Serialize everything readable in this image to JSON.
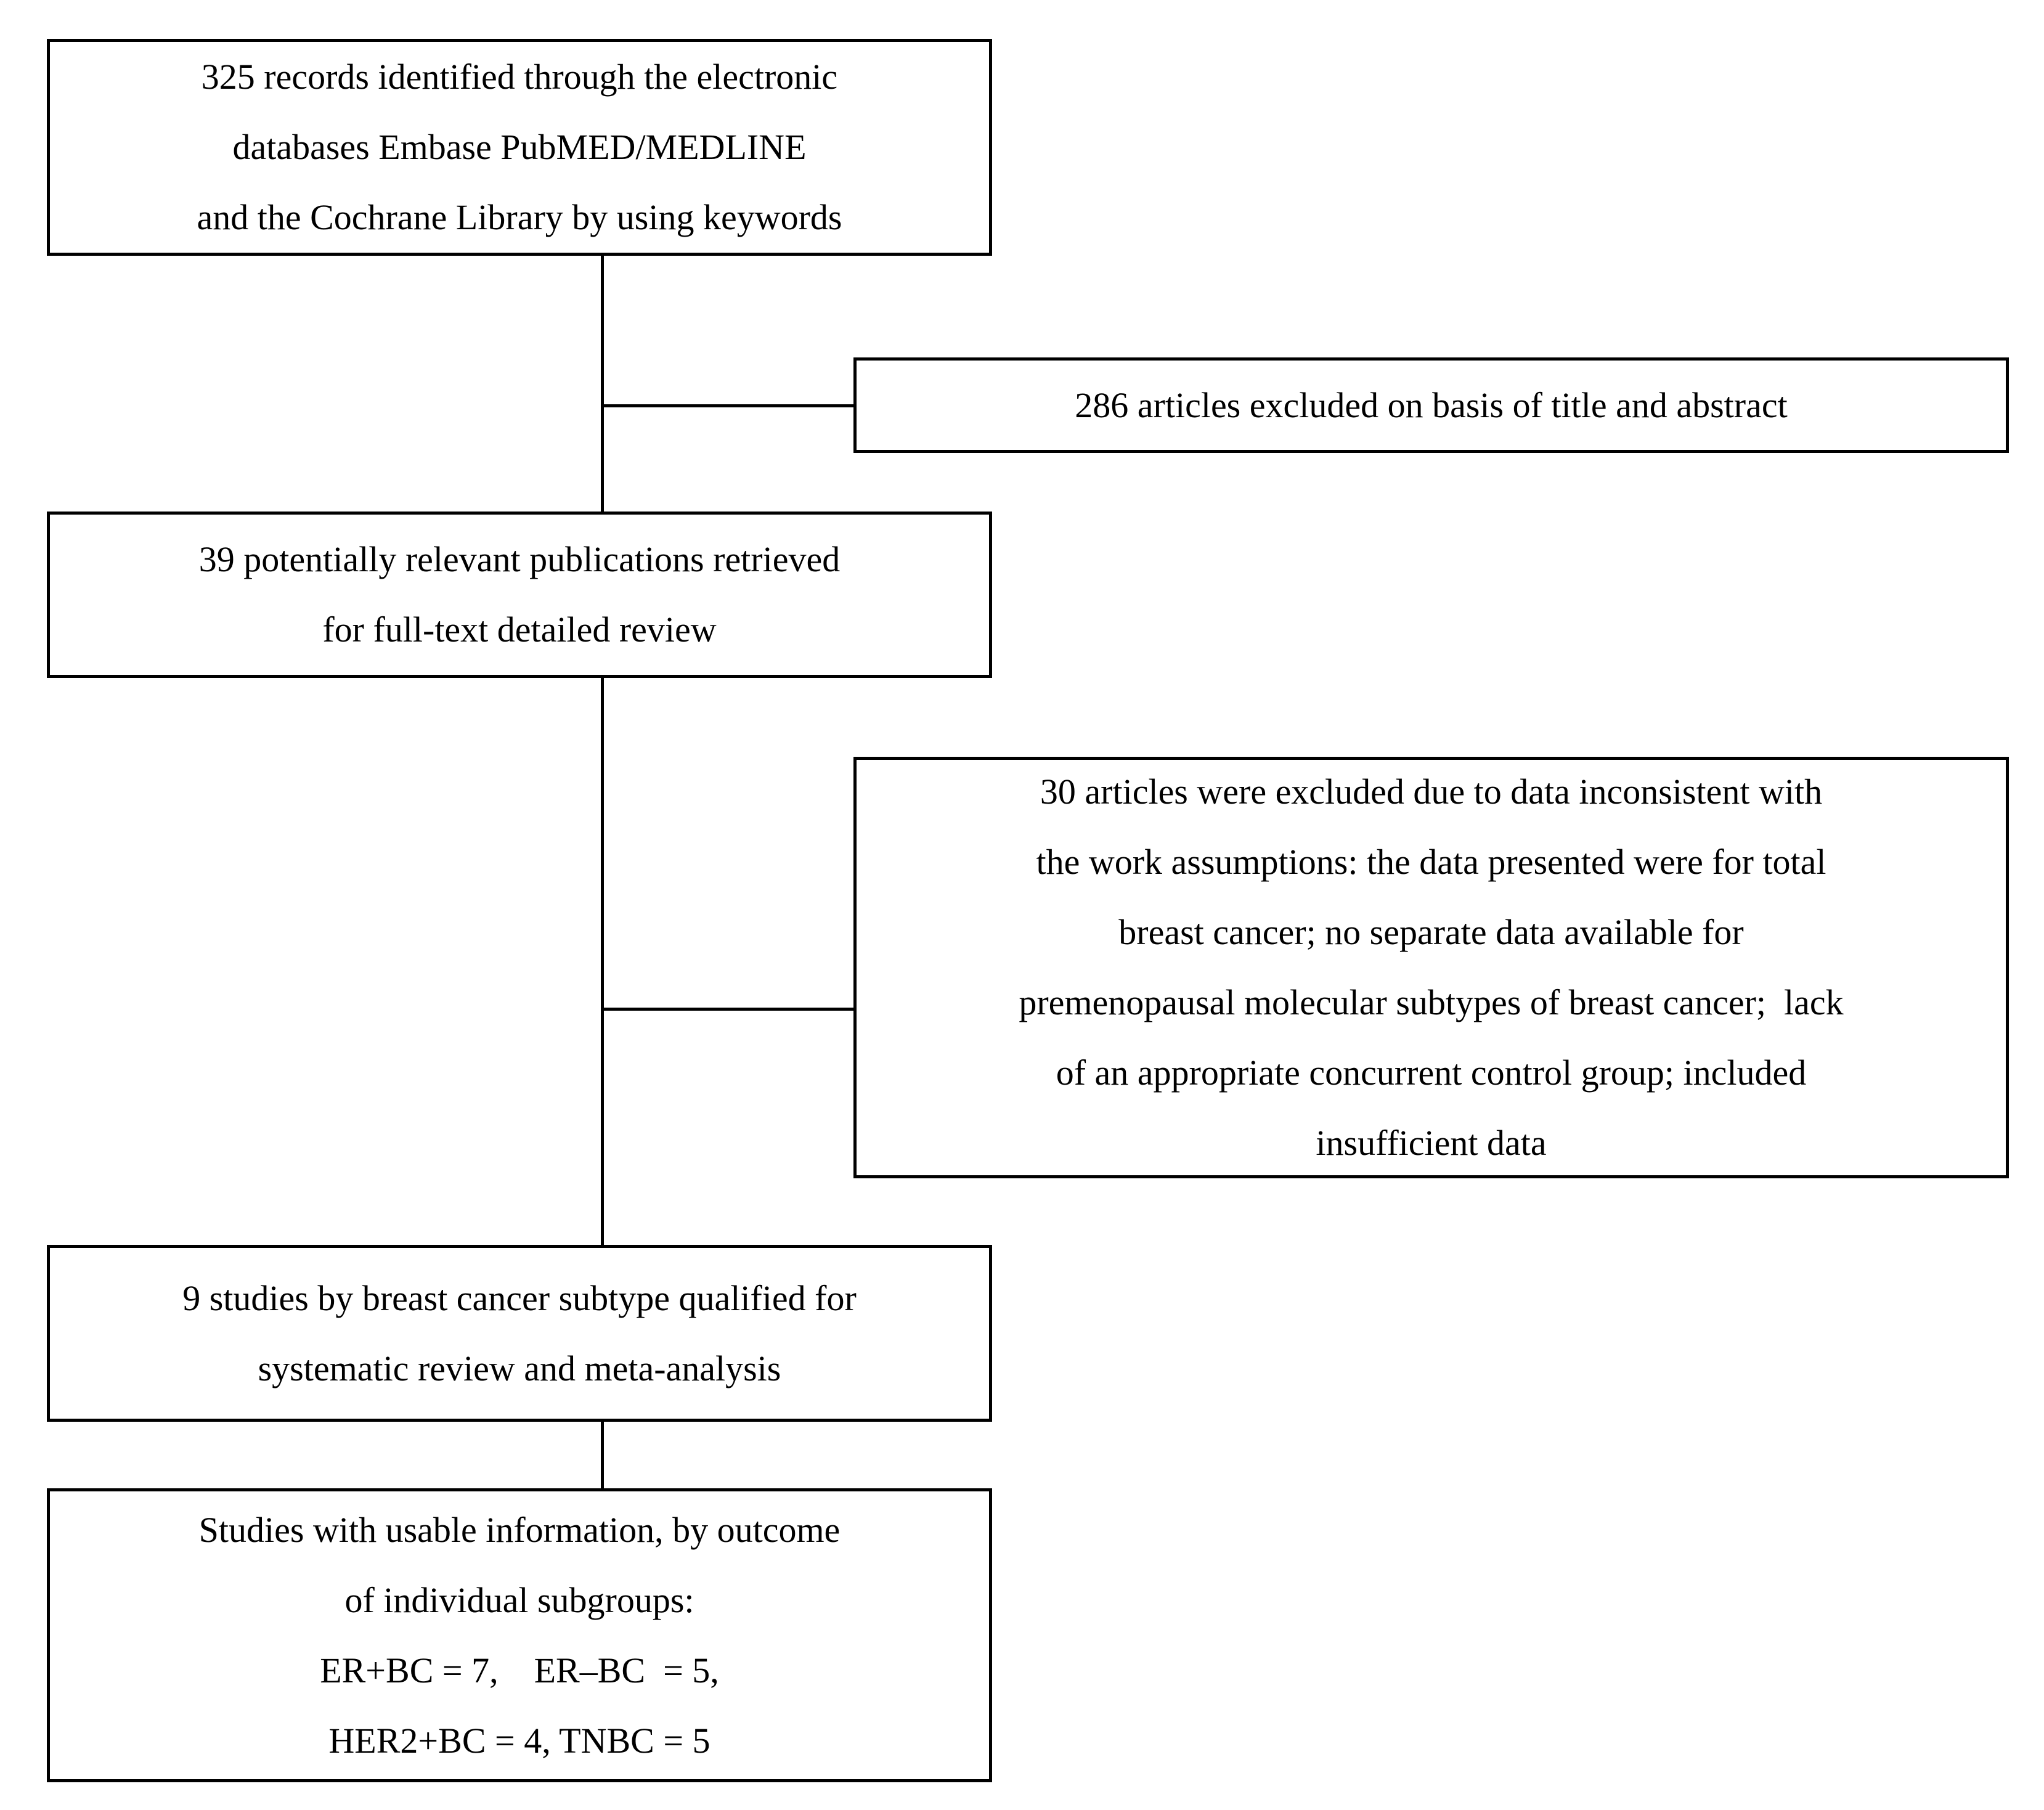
{
  "colors": {
    "background": "#ffffff",
    "border": "#000000",
    "text": "#000000"
  },
  "flowchart": {
    "boxes": {
      "records_identified": {
        "text": "325 records identified through the electronic\ndatabases Embase PubMED/MEDLINE\nand the Cochrane Library by using keywords"
      },
      "excluded_title_abstract": {
        "text": "286 articles excluded on basis of title and abstract"
      },
      "fulltext_review": {
        "text": "39 potentially relevant publications retrieved\nfor full-text detailed review"
      },
      "excluded_fulltext": {
        "text": "30 articles were excluded due to data inconsistent with\nthe work assumptions: the data presented were for total\nbreast cancer; no separate data available for\npremenopausal molecular subtypes of breast cancer;  lack\nof an appropriate concurrent control group; included\ninsufficient data"
      },
      "qualified_studies": {
        "text": "9 studies by breast cancer subtype qualified for\nsystematic review and meta-analysis"
      },
      "usable_studies": {
        "text": "Studies with usable information, by outcome\nof individual subgroups:\nER+BC = 7,    ER–BC  = 5,\nHER2+BC = 4, TNBC = 5"
      }
    },
    "counts": {
      "records_identified": 325,
      "excluded_title_abstract": 286,
      "fulltext_review": 39,
      "excluded_fulltext": 30,
      "qualified_studies": 9,
      "er_positive_bc": 7,
      "er_negative_bc": 5,
      "her2_positive_bc": 4,
      "tnbc": 5
    }
  }
}
